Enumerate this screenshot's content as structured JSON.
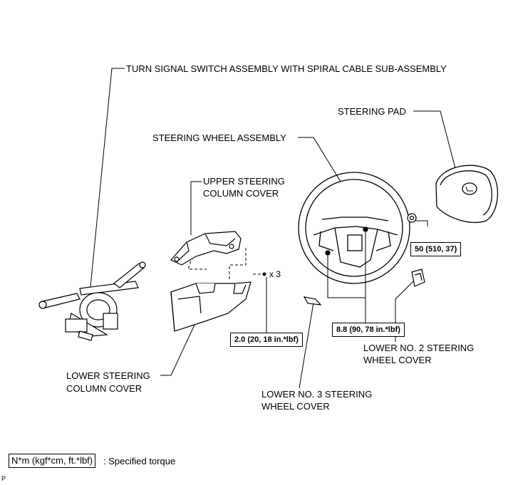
{
  "labels": {
    "turn_signal": "TURN SIGNAL SWITCH ASSEMBLY WITH SPIRAL CABLE SUB-ASSEMBLY",
    "steering_pad": "STEERING PAD",
    "steering_wheel": "STEERING WHEEL ASSEMBLY",
    "upper_cover_1": "UPPER STEERING",
    "upper_cover_2": "COLUMN COVER",
    "lower_cover_1": "LOWER STEERING",
    "lower_cover_2": "COLUMN COVER",
    "lower_no3_1": "LOWER NO. 3 STEERING",
    "lower_no3_2": "WHEEL COVER",
    "lower_no2_1": "LOWER NO. 2 STEERING",
    "lower_no2_2": "WHEEL COVER",
    "screw_count": "x 3"
  },
  "torques": {
    "column_screw": "2.0 (20, 18 in.*lbf)",
    "wheel_bolt": "8.8 (90, 78 in.*lbf)",
    "wheel_nut": "50 (510, 37)"
  },
  "legend": {
    "unit": "N*m (kgf*cm, ft.*lbf)",
    "text": ": Specified torque"
  },
  "corner_mark": "P"
}
